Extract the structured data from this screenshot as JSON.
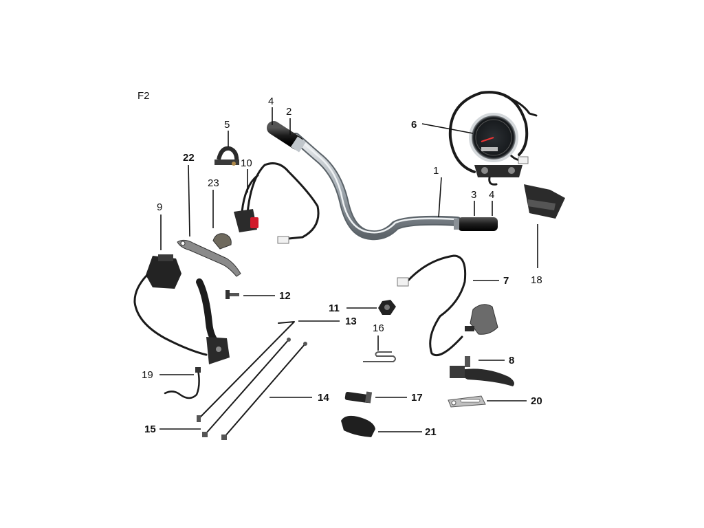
{
  "page_code": "F2",
  "callouts": [
    {
      "id": "1",
      "label": "1"
    },
    {
      "id": "2",
      "label": "2"
    },
    {
      "id": "3",
      "label": "3"
    },
    {
      "id": "4a",
      "label": "4"
    },
    {
      "id": "4b",
      "label": "4"
    },
    {
      "id": "5",
      "label": "5"
    },
    {
      "id": "6",
      "label": "6"
    },
    {
      "id": "7",
      "label": "7"
    },
    {
      "id": "8",
      "label": "8"
    },
    {
      "id": "9",
      "label": "9"
    },
    {
      "id": "10",
      "label": "10"
    },
    {
      "id": "11",
      "label": "11"
    },
    {
      "id": "12",
      "label": "12"
    },
    {
      "id": "13",
      "label": "13"
    },
    {
      "id": "14",
      "label": "14"
    },
    {
      "id": "15",
      "label": "15"
    },
    {
      "id": "16",
      "label": "16"
    },
    {
      "id": "17",
      "label": "17"
    },
    {
      "id": "18",
      "label": "18"
    },
    {
      "id": "19",
      "label": "19"
    },
    {
      "id": "20",
      "label": "20"
    },
    {
      "id": "21",
      "label": "21"
    },
    {
      "id": "22",
      "label": "22"
    },
    {
      "id": "23",
      "label": "23"
    }
  ],
  "colors": {
    "chrome": "#9aa3ab",
    "chrome_highlight": "#e3e7ea",
    "rubber": "#1f1f1f",
    "switch_red": "#d11a2a",
    "switch_gray": "#6b6b6b"
  }
}
